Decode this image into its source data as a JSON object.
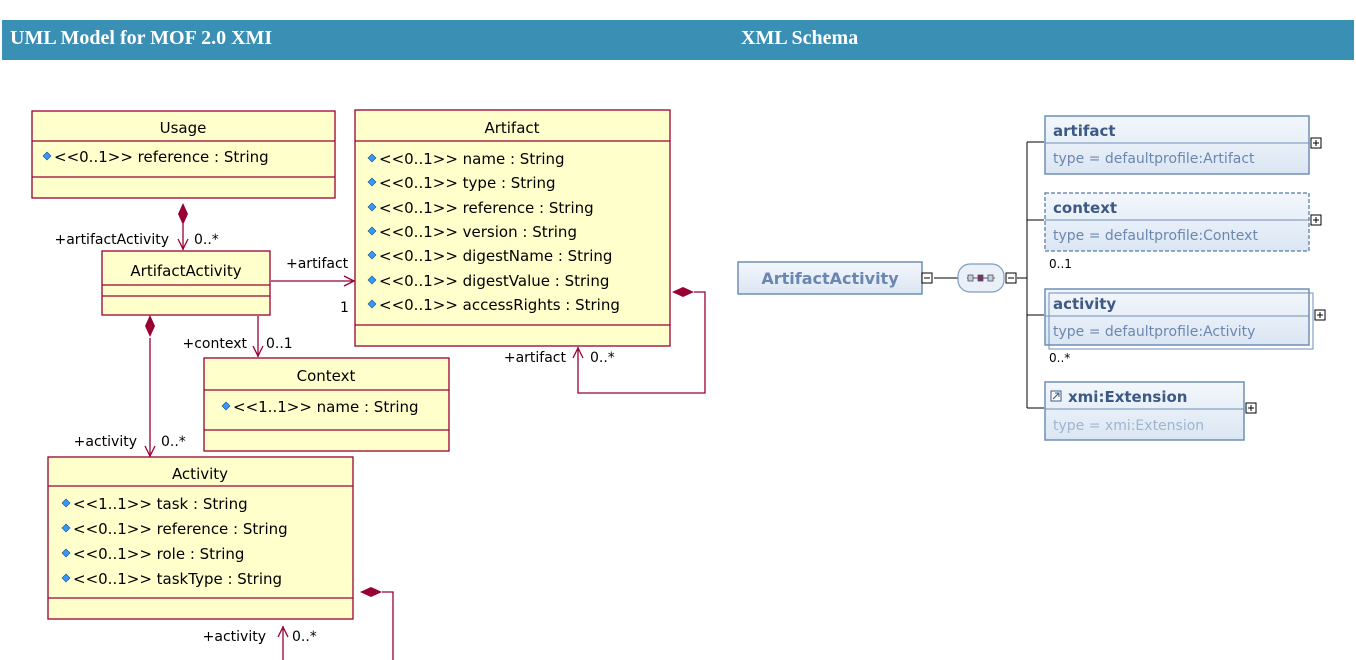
{
  "header": {
    "left_title": "UML Model for MOF 2.0 XMI",
    "right_title": "XML Schema"
  },
  "uml": {
    "classes": {
      "usage": {
        "name": "Usage",
        "attributes": [
          "<<0..1>> reference : String"
        ]
      },
      "artifact": {
        "name": "Artifact",
        "attributes": [
          "<<0..1>> name : String",
          "<<0..1>> type : String",
          "<<0..1>> reference : String",
          "<<0..1>> version : String",
          "<<0..1>> digestName : String",
          "<<0..1>> digestValue : String",
          "<<0..1>> accessRights : String"
        ]
      },
      "artifact_activity": {
        "name": "ArtifactActivity",
        "attributes": []
      },
      "context": {
        "name": "Context",
        "attributes": [
          "<<1..1>> name : String"
        ]
      },
      "activity": {
        "name": "Activity",
        "attributes": [
          "<<1..1>> task : String",
          "<<0..1>> reference : String",
          "<<0..1>> role : String",
          "<<0..1>> taskType : String"
        ]
      }
    },
    "labels": {
      "artifact_activity_role": "+artifactActivity",
      "artifact_activity_mult": "0..*",
      "artifact_role": "+artifact",
      "artifact_mult": "1",
      "context_role": "+context",
      "context_mult": "0..1",
      "activity_role": "+activity",
      "activity_mult": "0..*",
      "artifact_self_role": "+artifact",
      "artifact_self_mult": "0..*",
      "activity_self_role": "+activity",
      "activity_self_mult": "0..*"
    }
  },
  "schema": {
    "root": "ArtifactActivity",
    "elements": [
      {
        "name": "artifact",
        "type": "type = defaultprofile:Artifact",
        "mult": ""
      },
      {
        "name": "context",
        "type": "type = defaultprofile:Context",
        "mult": "0..1"
      },
      {
        "name": "activity",
        "type": "type = defaultprofile:Activity",
        "mult": "0..*"
      },
      {
        "name": "xmi:Extension",
        "type": "type = xmi:Extension",
        "mult": ""
      }
    ]
  },
  "colors": {
    "header_bg": "#3a8fb5",
    "class_fill": "#ffffcc",
    "class_border": "#990033",
    "schema_fill": "#e6eef7",
    "schema_border": "#6f8fb7",
    "schema_name": "#3c5a85",
    "diamond_attr": "#3399ff"
  }
}
